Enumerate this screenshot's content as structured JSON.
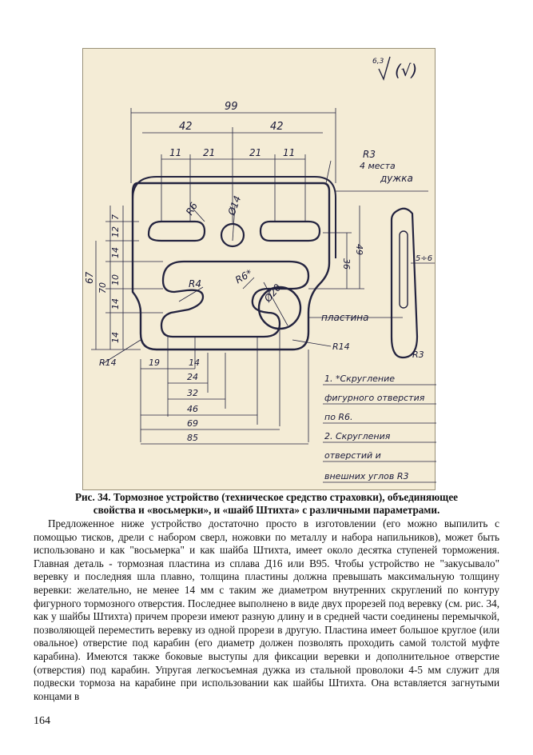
{
  "figure": {
    "roughness": "6,3",
    "roughness_check": "(√)",
    "dims": {
      "d99": "99",
      "d42a": "42",
      "d42b": "42",
      "d11a": "11",
      "d21a": "21",
      "d21b": "21",
      "d11b": "11",
      "r3_top": "R3",
      "four_places": "4 места",
      "shackle": "дужка",
      "r6": "R6",
      "d14": "Ø14",
      "v7": "7",
      "v12": "12",
      "v14a": "14",
      "v10": "10",
      "v14b": "14",
      "v70": "70",
      "v14c": "14",
      "v67": "67",
      "r4": "R4",
      "r6star": "R6*",
      "d20": "Ø20",
      "v36": "36",
      "v49": "49",
      "thick": "5÷6",
      "plate": "пластина",
      "r14_left": "R14",
      "r14_right": "R14",
      "r3_side": "R3",
      "h19": "19",
      "h14": "14",
      "h24": "24",
      "h32": "32",
      "h46": "46",
      "h69": "69",
      "h85": "85"
    },
    "notes": [
      "1. *Скругление",
      "фигурного отверстия",
      "по R6.",
      "2. Скругления",
      "отверстий и",
      "внешних углов R3"
    ]
  },
  "caption": {
    "line1": "Рис. 34. Тормозное устройство (техническое средство страховки), объединяющее",
    "line2": "свойства и «восьмерки», и «шайб Штихта» с различными параметрами."
  },
  "body": "Предложенное ниже устройство достаточно просто в изготовлении (его можно выпилить с помощью тисков, дрели с набором сверл, ножовки по металлу и набора напильников), может быть использовано и как \"восьмерка\" и как шайба Штихта, имеет около десятка ступеней торможения. Главная деталь - тормозная пластина из сплава Д16 или В95. Чтобы устройство не \"закусывало\" веревку и последняя шла плавно, толщина пластины должна превышать максимальную толщину веревки: желательно, не менее 14 мм с таким же диаметром внутренних скруглений по контуру фигурного тормозного отверстия. Последнее выполнено в виде двух прорезей под веревку (см. рис. 34, как у шайбы Штихта) причем прорези имеют разную длину и в средней части соединены перемычкой, позволяющей переместить веревку из одной прорези в другую. Пластина имеет большое круглое (или овальное) отверстие под карабин (его диаметр должен позволять проходить самой толстой муфте карабина). Имеются также боковые выступы для фиксации веревки и дополнительное отверстие (отверстия) под карабин. Упругая легкосъемная дужка из стальной проволоки 4-5 мм служит для подвески тормоза на карабине при использовании как шайбы Штихта. Она вставляется загнутыми концами в",
  "page_number": "164"
}
